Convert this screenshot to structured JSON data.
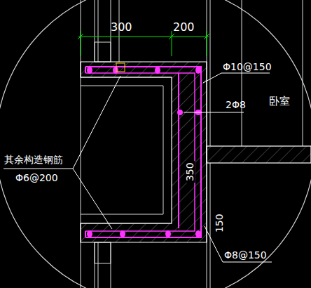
{
  "diagram": {
    "labels": [
      "300",
      "200",
      "Φ10@150",
      "2Φ8",
      "卧室",
      "350",
      "150",
      "其余构造钢筋",
      "Φ6@200",
      "Φ8@150"
    ]
  }
}
